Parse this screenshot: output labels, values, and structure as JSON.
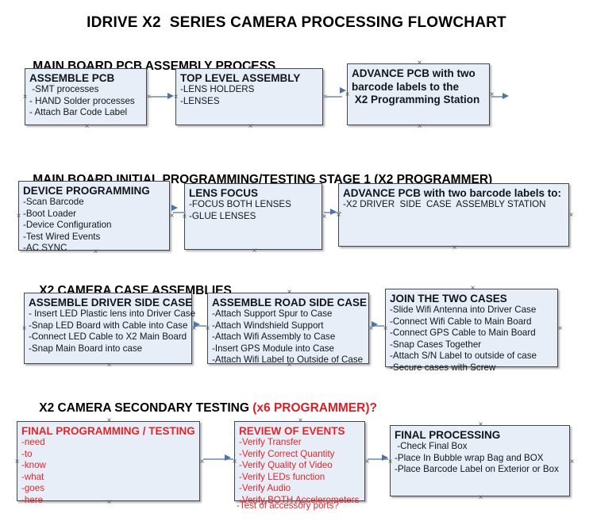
{
  "document": {
    "title": "IDRIVE X2  SERIES CAMERA PROCESSING FLOWCHART"
  },
  "sections": [
    {
      "id": "main-board-pcb-assembly",
      "title": "MAIN BOARD PCB ASSEMBLY PROCESS",
      "title_accent": ""
    },
    {
      "id": "main-board-initial-programming",
      "title": "MAIN BOARD INITIAL PROGRAMMING/TESTING STAGE 1 (X2 PROGRAMMER)",
      "title_accent": ""
    },
    {
      "id": "x2-camera-case-assemblies",
      "title": "X2 CAMERA CASE ASSEMBLIES",
      "title_accent": ""
    },
    {
      "id": "x2-camera-secondary-testing",
      "title": "X2 CAMERA SECONDARY TESTING ",
      "title_accent": "(x6 PROGRAMMER)?"
    }
  ],
  "nodes": {
    "assemble_pcb": {
      "title": "ASSEMBLE PCB",
      "lines": [
        " -SMT processes",
        "- HAND Solder processes",
        "- Attach Bar Code Label"
      ]
    },
    "top_level_assembly": {
      "title": "TOP LEVEL ASSEMBLY",
      "lines": [
        "-LENS HOLDERS",
        "-LENSES"
      ]
    },
    "advance_pcb_station": {
      "title_lines": [
        "ADVANCE PCB with two",
        "barcode labels to the",
        " X2 Programming Station"
      ],
      "lines": []
    },
    "device_programming": {
      "title": "DEVICE PROGRAMMING",
      "lines": [
        "-Scan Barcode",
        "-Boot Loader",
        "-Device Configuration",
        "-Test Wired Events",
        "-AC SYNC"
      ]
    },
    "lens_focus": {
      "title": "LENS FOCUS",
      "lines": [
        "-FOCUS BOTH LENSES",
        "-GLUE LENSES"
      ]
    },
    "advance_pcb_driver_side": {
      "title": "ADVANCE PCB with two barcode labels to:",
      "lines": [
        "-X2 DRIVER  SIDE  CASE  ASSEMBLY STATION"
      ]
    },
    "assemble_driver_side_case": {
      "title": "ASSEMBLE DRIVER SIDE CASE",
      "lines": [
        "- Insert LED Plastic lens into Driver Case",
        "-Snap LED Board with Cable into Case",
        "-Connect LED Cable to X2 Main Board",
        "-Snap Main Board into case"
      ]
    },
    "assemble_road_side_case": {
      "title": "ASSEMBLE ROAD SIDE CASE",
      "lines": [
        "-Attach Support Spur to Case",
        "-Attach Windshield Support",
        "-Attach Wifi Assembly to Case",
        "-Insert GPS Module into Case",
        "-Attach Wifi Label to Outside of Case"
      ]
    },
    "join_the_two_cases": {
      "title": "JOIN THE TWO CASES",
      "lines": [
        "-Slide Wifi Antenna into Driver Case",
        "-Connect Wifi Cable to Main Board",
        "-Connect GPS Cable to Main Board",
        "-Snap Cases Together",
        "-Attach S/N Label to outside of case",
        "-Secure cases with Screw"
      ]
    },
    "final_programming_testing": {
      "title": "FINAL PROGRAMMING / TESTING",
      "lines": [
        "-need",
        "-to",
        "-know",
        "-what",
        "-goes",
        "-here"
      ]
    },
    "review_of_events": {
      "title": "REVIEW OF EVENTS",
      "lines": [
        "-Verify Transfer",
        "-Verify Correct Quantity",
        "-Verify Quality of Video",
        "-Verify LEDs function",
        "-Verify Audio",
        "-Verify BOTH Accelerometers"
      ],
      "overflow_line": "-Test of accessory ports?"
    },
    "final_processing": {
      "title": "FINAL PROCESSING",
      "lines": [
        " -Check Final Box",
        "-Place In Bubble wrap Bag and BOX",
        "-Place Barcode Label on Exterior or Box"
      ]
    }
  },
  "colors": {
    "box_fill": "#e8eef7",
    "box_border": "#43464b",
    "connector": "#8fa8c6",
    "arrow": "#4f73a8",
    "accent_red": "#e0262b",
    "text": "#12161c"
  }
}
